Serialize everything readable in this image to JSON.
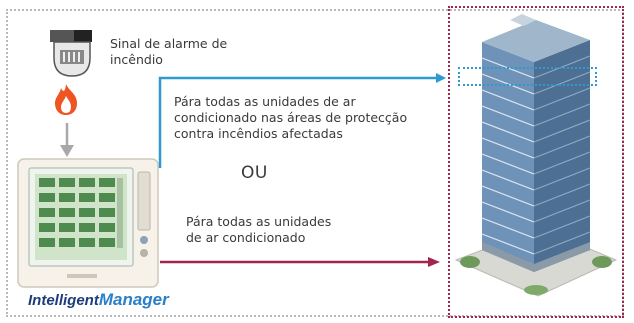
{
  "labels": {
    "fire_signal": [
      "Sinal de alarme de",
      "incêndio"
    ],
    "affected_units": [
      "Pára todas as unidades de ar",
      "condicionado nas áreas de protecção",
      "contra incêndios afectadas"
    ],
    "or": "OU",
    "all_units": [
      "Pára todas as unidades",
      "de ar condicionado"
    ]
  },
  "logo": {
    "part1": "Intelligent",
    "part2": "Manager"
  },
  "colors": {
    "frame": "#b8b8b8",
    "blue_arrow": "#2d9ad0",
    "red_arrow": "#a0264e",
    "flame_outer": "#ee5522",
    "flame_inner": "#ffffff",
    "building_glass": "#6f93b8",
    "controller_screen": "#cfe4c8"
  },
  "icons": [
    "fire-alarm-detector-icon",
    "flame-icon",
    "controller-device-icon",
    "building-icon"
  ]
}
